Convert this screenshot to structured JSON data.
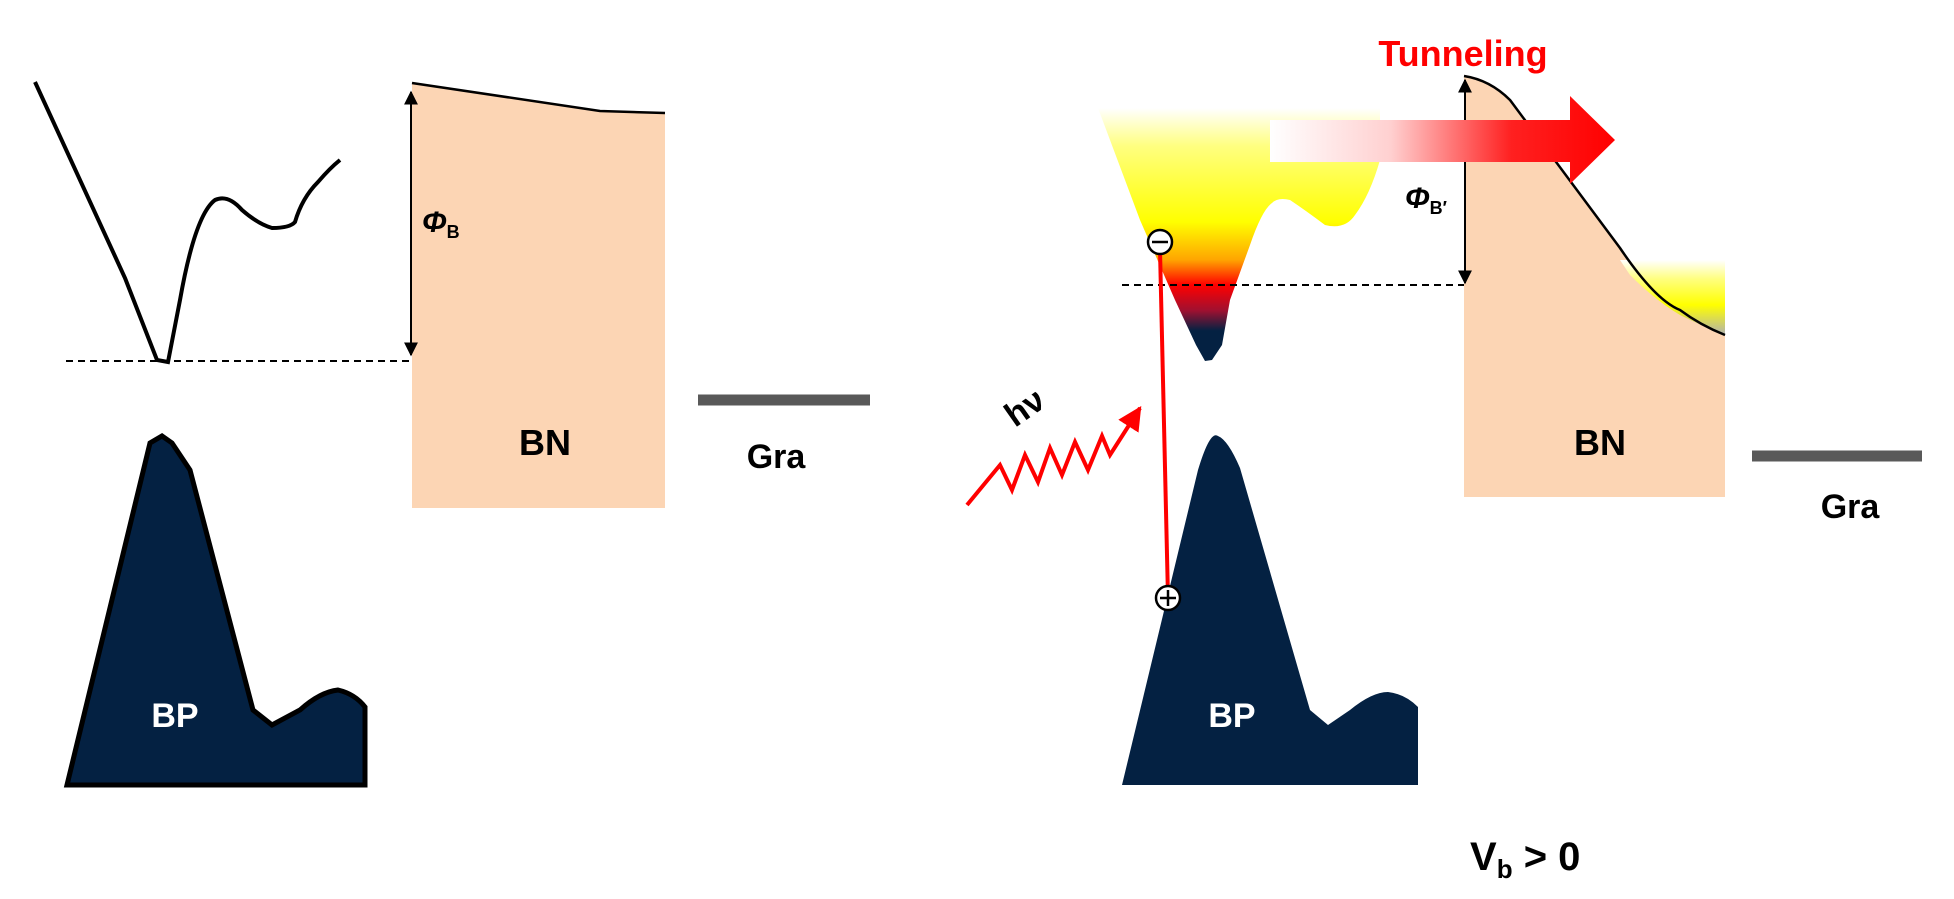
{
  "left_panel": {
    "phi_symbol": "Φ",
    "phi_subscript": "B",
    "bp_label": "BP",
    "bn_label": "BN",
    "gra_label": "Gra"
  },
  "right_panel": {
    "tunneling_label": "Tunneling",
    "phi_symbol": "Φ",
    "phi_subscript": "B′",
    "photon_label": "hν",
    "electron_symbol": "⊖",
    "hole_symbol": "⊕",
    "bp_label": "BP",
    "bn_label": "BN",
    "gra_label": "Gra",
    "bias_v": "V",
    "bias_subscript": "b",
    "bias_rest": " > 0"
  },
  "colors": {
    "bp_fill": "#042142",
    "bn_fill": "#fcd5b4",
    "gra_line": "#595959",
    "highlight_red": "#ff0000",
    "highlight_yellow": "#ffff00"
  }
}
